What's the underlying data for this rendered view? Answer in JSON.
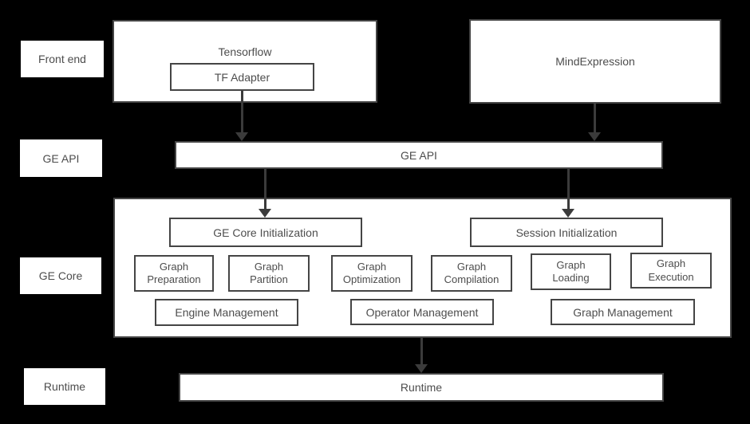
{
  "layers": [
    {
      "label": "Front end"
    },
    {
      "label": "GE API"
    },
    {
      "label": "GE Core"
    },
    {
      "label": "Runtime"
    }
  ],
  "front_end": {
    "tensorflow_title": "Tensorflow",
    "tf_adapter_label": "TF Adapter",
    "mindexpression_title": "MindExpression"
  },
  "ge_api": {
    "bar_label": "GE API"
  },
  "ge_core": {
    "init_boxes": [
      "GE Core Initialization",
      "Session Initialization"
    ],
    "function_boxes": [
      "Graph\nPreparation",
      "Graph\nPartition",
      "Graph\nOptimization",
      "Graph\nCompilation",
      "Graph\nLoading",
      "Graph\nExecution"
    ],
    "management_boxes": [
      "Engine Management",
      "Operator Management",
      "Graph Management"
    ]
  },
  "runtime": {
    "bar_label": "Runtime"
  },
  "colors": {
    "background": "#000000",
    "box_fill": "#ffffff",
    "box_border": "#454545",
    "text": "#4d4d4d",
    "arrow": "#3b3b3b"
  }
}
